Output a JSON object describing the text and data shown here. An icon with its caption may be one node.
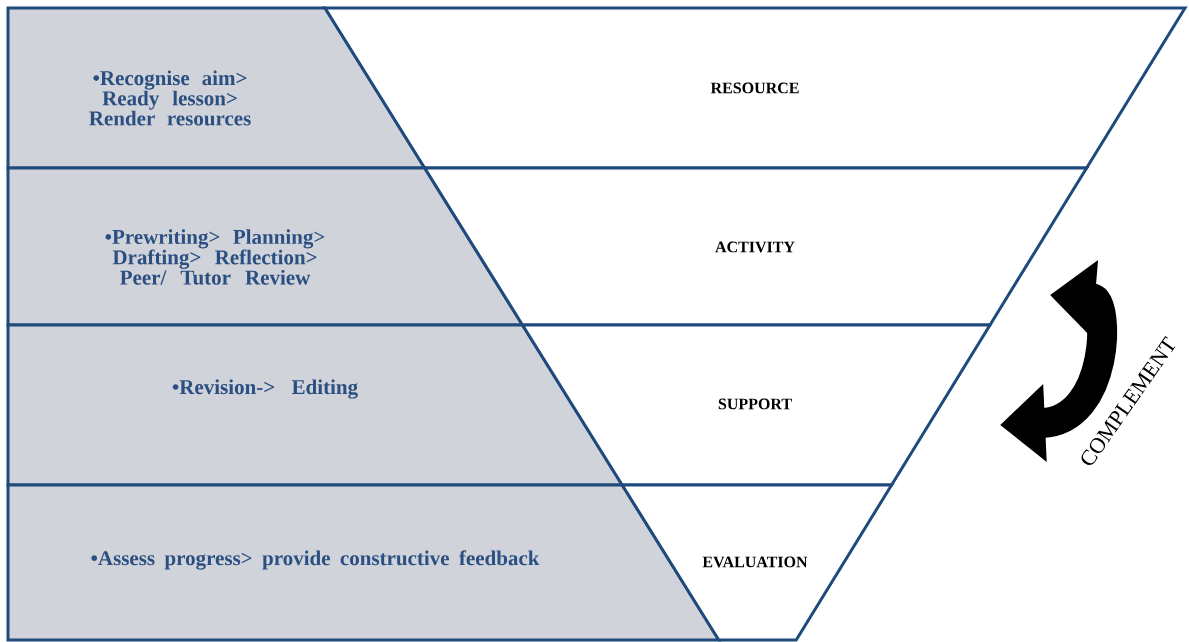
{
  "diagram": {
    "nodes": [
      {
        "text": [
          "•Recognise aim> Ready lesson> Render resources"
        ]
      },
      {
        "text": [
          "RESOURCE"
        ]
      },
      {
        "text": [
          "•Prewriting> Planning> Drafting> Reflection> Peer/ Tutor Review"
        ]
      },
      {
        "text": [
          "ACTIVITY"
        ]
      },
      {
        "text": [
          "•Revision-> Editing"
        ]
      },
      {
        "text": [
          "SUPPORT"
        ]
      },
      {
        "text": [
          "•Assess progress> provide constructive feedback"
        ]
      },
      {
        "text": [
          "EVALUATION"
        ]
      }
    ],
    "labels": [
      "COMPLEMENT"
    ]
  }
}
